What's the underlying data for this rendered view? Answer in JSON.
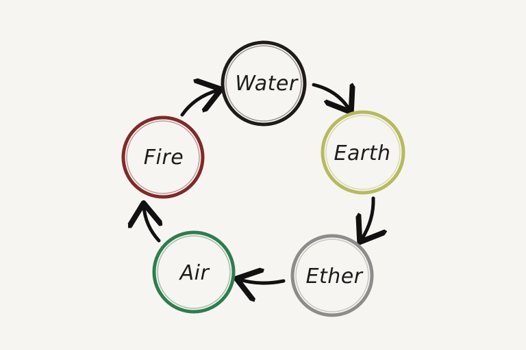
{
  "diagram": {
    "type": "cycle",
    "direction": "clockwise",
    "nodes": [
      {
        "id": "water",
        "label": "Water",
        "color": "#1f1b1a"
      },
      {
        "id": "earth",
        "label": "Earth",
        "color": "#b5bb5e"
      },
      {
        "id": "ether",
        "label": "Ether",
        "color": "#8c8c8c"
      },
      {
        "id": "air",
        "label": "Air",
        "color": "#2e7d4f"
      },
      {
        "id": "fire",
        "label": "Fire",
        "color": "#7f2a2a"
      }
    ],
    "edges": [
      {
        "from": "water",
        "to": "earth"
      },
      {
        "from": "earth",
        "to": "ether"
      },
      {
        "from": "ether",
        "to": "air"
      },
      {
        "from": "air",
        "to": "fire"
      },
      {
        "from": "fire",
        "to": "water"
      }
    ],
    "arrow_color": "#111111"
  }
}
